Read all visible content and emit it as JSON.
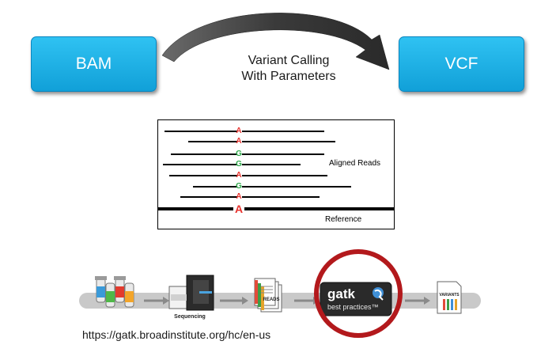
{
  "flow": {
    "input_label": "BAM",
    "output_label": "VCF",
    "step_line1": "Variant Calling",
    "step_line2": "With Parameters"
  },
  "alignment": {
    "reads_label": "Aligned Reads",
    "reference_label": "Reference",
    "bases": [
      "A",
      "A",
      "G",
      "G",
      "A",
      "G",
      "A"
    ],
    "reference_base": "A",
    "colors": {
      "A": "#e8332e",
      "G": "#2ea84a",
      "reference": "#e8332e"
    }
  },
  "pipeline": {
    "sequencing_label": "Sequencing",
    "reads_label": "READS",
    "gatk_label": "gatk",
    "best_practices_label": "best practices™",
    "variants_label": "VARIANTS",
    "highlight_color": "#b3191c"
  },
  "source_url": "https://gatk.broadinstitute.org/hc/en-us"
}
